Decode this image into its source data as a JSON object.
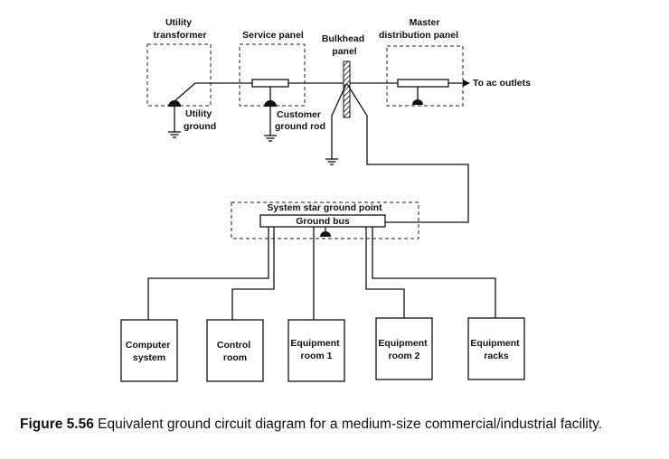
{
  "labels": {
    "utility_transformer": [
      "Utility",
      "transformer"
    ],
    "service_panel": "Service panel",
    "bulkhead_panel": [
      "Bulkhead",
      "panel"
    ],
    "master_distribution_panel": [
      "Master",
      "distribution panel"
    ],
    "to_ac_outlets": "To ac outlets",
    "utility_ground": [
      "Utility",
      "ground"
    ],
    "customer_ground_rod": [
      "Customer",
      "ground rod"
    ],
    "system_star_ground_point": "System star ground point",
    "ground_bus": "Ground bus"
  },
  "equipment": [
    [
      "Computer",
      "system"
    ],
    [
      "Control",
      "room"
    ],
    [
      "Equipment",
      "room 1"
    ],
    [
      "Equipment",
      "room 2"
    ],
    [
      "Equipment",
      "racks"
    ]
  ],
  "caption": {
    "figure_label": "Figure 5.56",
    "text": " Equivalent ground circuit diagram for a medium-size commercial/industrial facility."
  }
}
